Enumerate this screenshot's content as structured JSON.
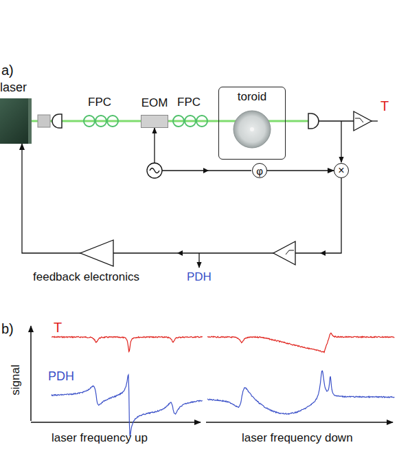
{
  "diagram": {
    "nodes": [
      {
        "text": [
          "laser"
        ]
      },
      {
        "text": [
          "EOM"
        ]
      },
      {
        "text": [
          "toroid"
        ]
      },
      {
        "text": [
          "φ"
        ]
      },
      {
        "text": [
          "×"
        ]
      }
    ],
    "edges": [
      {
        "from": 0,
        "to": 1,
        "arrow": "none"
      },
      {
        "from": 1,
        "to": 2,
        "arrow": "none"
      },
      {
        "from": 3,
        "to": 4,
        "arrow": "to"
      },
      {
        "from": 4,
        "to": 0,
        "arrow": "to"
      }
    ],
    "labels": [
      "a)",
      "FPC",
      "FPC",
      "T",
      "PDH",
      "feedback electronics",
      "b)",
      "T",
      "PDH",
      "signal",
      "laser frequency up",
      "laser frequency down"
    ]
  }
}
